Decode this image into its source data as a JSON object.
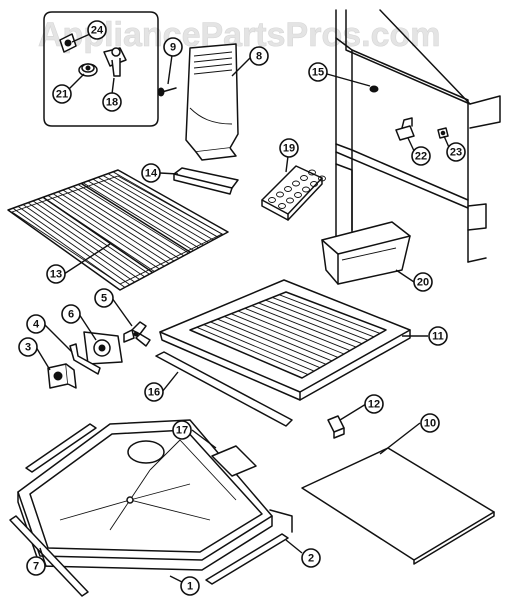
{
  "watermark": "AppliancePartsPros.com",
  "callouts": [
    {
      "label": "1"
    },
    {
      "label": "2"
    },
    {
      "label": "3"
    },
    {
      "label": "4"
    },
    {
      "label": "5"
    },
    {
      "label": "6"
    },
    {
      "label": "7"
    },
    {
      "label": "8"
    },
    {
      "label": "9"
    },
    {
      "label": "10"
    },
    {
      "label": "11"
    },
    {
      "label": "12"
    },
    {
      "label": "13"
    },
    {
      "label": "14"
    },
    {
      "label": "15"
    },
    {
      "label": "16"
    },
    {
      "label": "17"
    },
    {
      "label": "18"
    },
    {
      "label": "19"
    },
    {
      "label": "20"
    },
    {
      "label": "21"
    },
    {
      "label": "22"
    },
    {
      "label": "23"
    },
    {
      "label": "24"
    }
  ]
}
